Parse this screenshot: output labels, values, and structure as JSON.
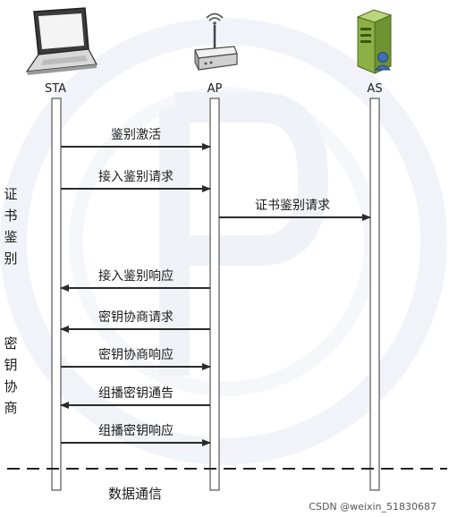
{
  "entities": {
    "sta": "STA",
    "ap": "AP",
    "as": "AS"
  },
  "messages": [
    "鉴别激活",
    "接入鉴别请求",
    "证书鉴别请求",
    "接入鉴别响应",
    "密钥协商请求",
    "密钥协商响应",
    "组播密钥通告",
    "组播密钥响应"
  ],
  "phases": {
    "cert_auth": [
      "证",
      "书",
      "鉴",
      "别"
    ],
    "key_negotiation": [
      "密",
      "钥",
      "协",
      "商"
    ]
  },
  "data_comm_label": "数据通信",
  "watermark": "CSDN @weixin_51830687",
  "icons": {
    "sta": "laptop-icon",
    "ap": "wireless-router-icon",
    "as": "server-icon"
  },
  "colors": {
    "arrow": "#2a2a2a",
    "lifeline_border": "#555555",
    "background_logo": "#e8edf5"
  }
}
